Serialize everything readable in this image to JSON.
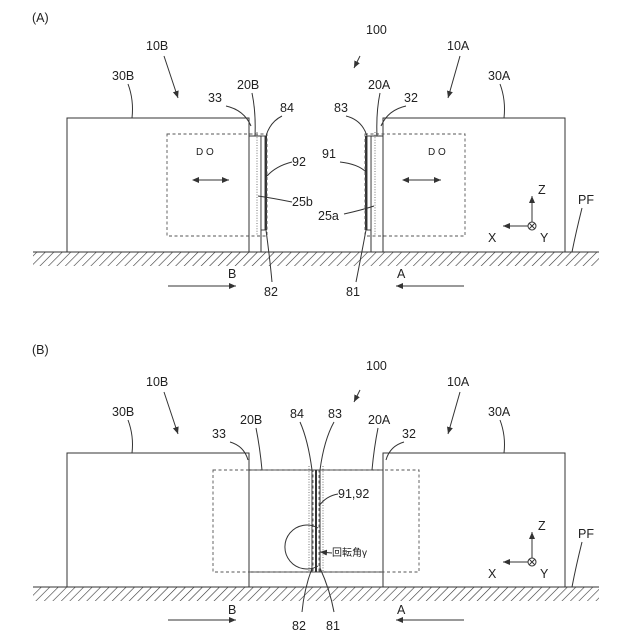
{
  "panel_a": {
    "tag": "(A)",
    "system": "100",
    "unit_b": "10B",
    "unit_a": "10A",
    "base_b": "30B",
    "base_a": "30A",
    "head_b": "20B",
    "head_a": "20A",
    "n33": "33",
    "n32": "32",
    "n84": "84",
    "n83": "83",
    "n92": "92",
    "n91": "91",
    "n25b": "25b",
    "n25a": "25a",
    "do_b": "D O",
    "do_a": "D O",
    "n82": "82",
    "n81": "81",
    "dir_b": "B",
    "dir_a": "A",
    "pf": "PF",
    "ax_z": "Z",
    "ax_x": "X",
    "ax_y": "Y"
  },
  "panel_b": {
    "tag": "(B)",
    "system": "100",
    "unit_b": "10B",
    "unit_a": "10A",
    "base_b": "30B",
    "base_a": "30A",
    "head_b": "20B",
    "head_a": "20A",
    "n33": "33",
    "n32": "32",
    "n84": "84",
    "n83": "83",
    "n9192": "91,92",
    "rot": "回転角γ",
    "n82": "82",
    "n81": "81",
    "dir_b": "B",
    "dir_a": "A",
    "pf": "PF",
    "ax_z": "Z",
    "ax_x": "X",
    "ax_y": "Y"
  }
}
